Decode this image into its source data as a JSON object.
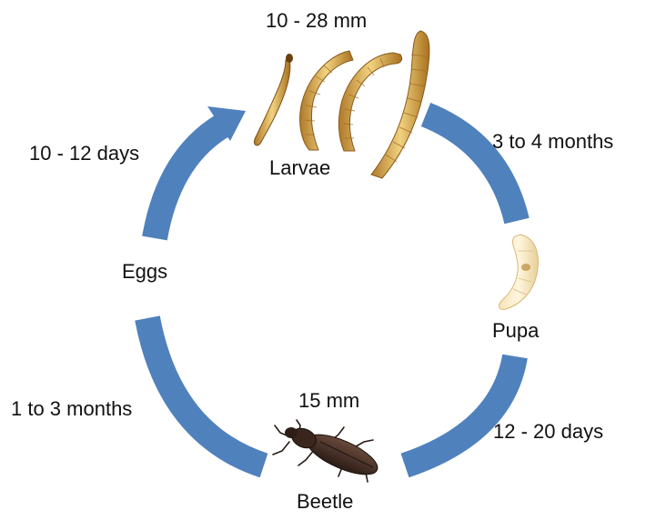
{
  "arrow_color": "#4f81bd",
  "stages": {
    "larvae": {
      "label": "Larvae",
      "size": "10 - 28 mm",
      "illustration": "mealworm-larvae"
    },
    "pupa": {
      "label": "Pupa",
      "illustration": "pupa"
    },
    "beetle": {
      "label": "Beetle",
      "size": "15 mm",
      "illustration": "darkling-beetle"
    },
    "eggs": {
      "label": "Eggs"
    }
  },
  "durations": {
    "larvae_to_pupa": "3 to 4 months",
    "pupa_to_beetle": "12 - 20 days",
    "beetle_to_eggs": "1 to 3 months",
    "eggs_to_larvae": "10 - 12 days"
  }
}
